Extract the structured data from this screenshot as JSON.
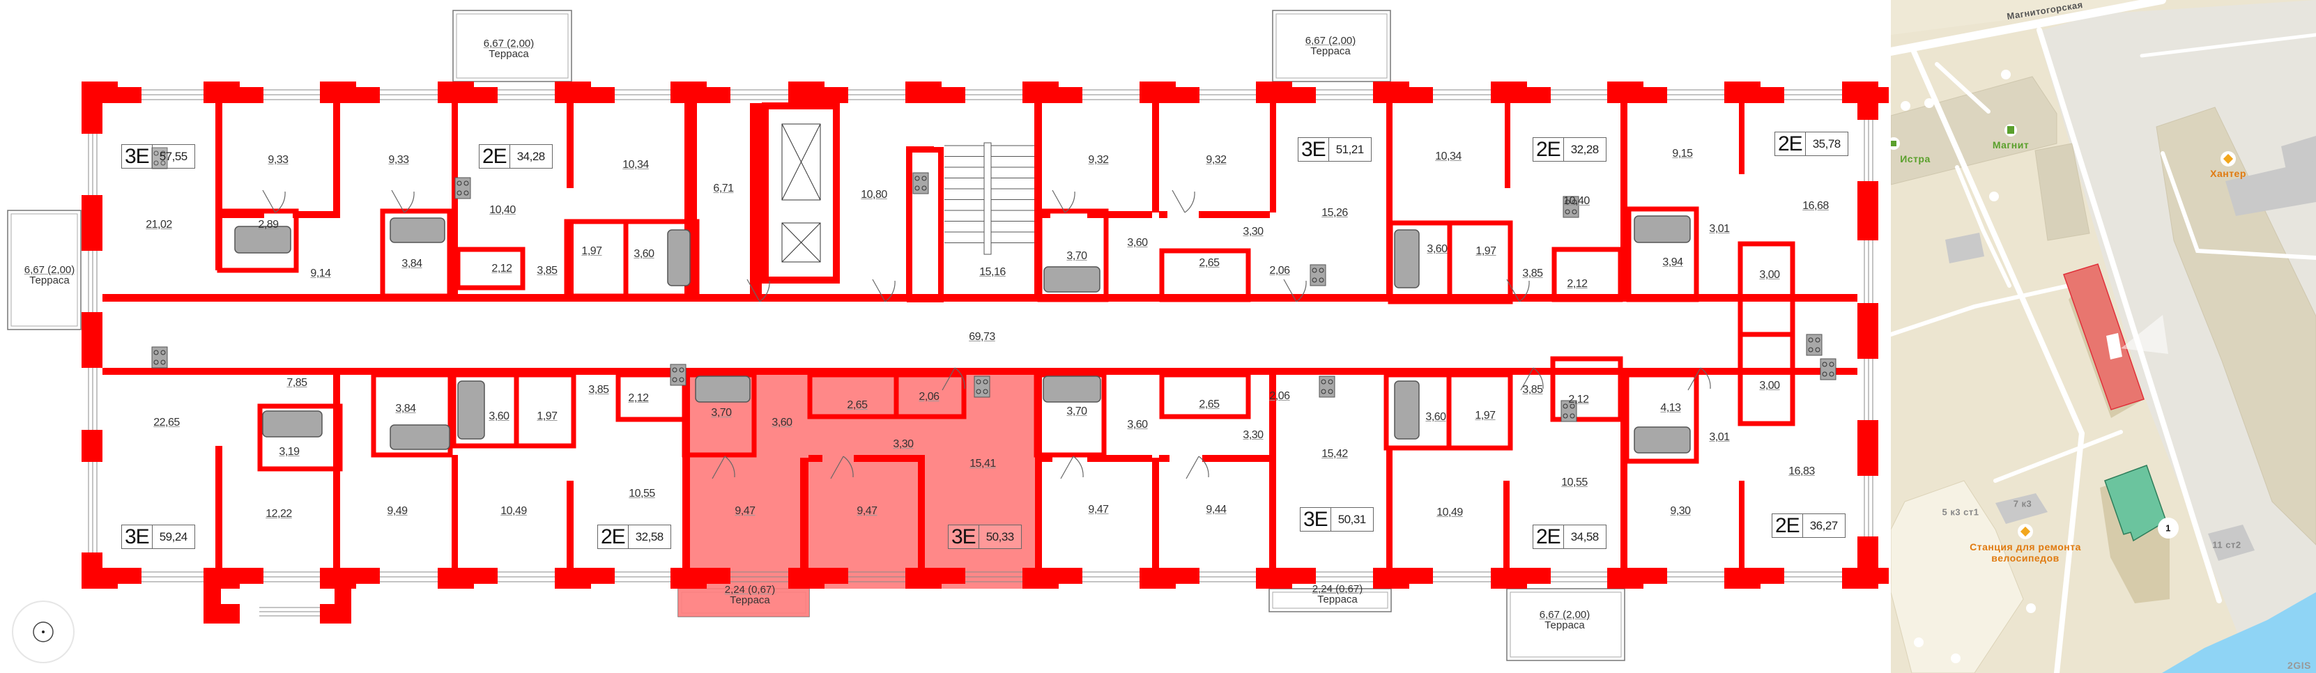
{
  "plan": {
    "colors": {
      "wall": "#ff0000",
      "selected_fill": "#ff7b7b",
      "fixture": "#a8a8a8"
    },
    "selected_apartment": 7,
    "apartments": [
      {
        "type": "3E",
        "area": "57,55"
      },
      {
        "type": "2E",
        "area": "34,28"
      },
      {
        "type": "3E",
        "area": "51,21"
      },
      {
        "type": "2E",
        "area": "32,28"
      },
      {
        "type": "2E",
        "area": "35,78"
      },
      {
        "type": "3E",
        "area": "59,24"
      },
      {
        "type": "2E",
        "area": "32,58"
      },
      {
        "type": "3E",
        "area": "50,33"
      },
      {
        "type": "3E",
        "area": "50,31"
      },
      {
        "type": "2E",
        "area": "34,58"
      },
      {
        "type": "2E",
        "area": "36,27"
      }
    ],
    "corridor_area": "69,73",
    "rooms": [
      "21,02",
      "9,33",
      "9,33",
      "2,89",
      "9,14",
      "3,84",
      "10,40",
      "2,12",
      "3,85",
      "1,97",
      "3,60",
      "10,34",
      "6,71",
      "10,80",
      "15,16",
      "9,32",
      "9,32",
      "3,70",
      "3,60",
      "3,30",
      "2,65",
      "2,06",
      "15,26",
      "10,34",
      "3,60",
      "1,97",
      "3,85",
      "10,40",
      "2,12",
      "9,15",
      "3,94",
      "3,01",
      "16,68",
      "3,00",
      "7,85",
      "22,65",
      "3,19",
      "12,22",
      "3,84",
      "3,60",
      "1,97",
      "3,85",
      "2,12",
      "10,55",
      "9,49",
      "10,49",
      "3,70",
      "3,60",
      "2,65",
      "2,06",
      "3,30",
      "15,41",
      "9,47",
      "9,47",
      "3,70",
      "3,60",
      "2,65",
      "3,30",
      "9,47",
      "9,44",
      "2,06",
      "15,42",
      "3,60",
      "1,97",
      "3,85",
      "2,12",
      "10,55",
      "10,49",
      "4,13",
      "3,01",
      "3,00",
      "9,30",
      "16,83"
    ],
    "terraces": [
      {
        "area": "6,67 (2,00)",
        "label": "Терраса"
      },
      {
        "area": "6,67 (2,00)",
        "label": "Терраса"
      },
      {
        "area": "6,67 (2,00)",
        "label": "Терраса"
      },
      {
        "area": "2,24 (0,67)",
        "label": "Терраса"
      },
      {
        "area": "2,24 (0,67)",
        "label": "Терраса"
      },
      {
        "area": "6,67 (2,00)",
        "label": "Терраса"
      }
    ],
    "compass_icon": "compass-icon"
  },
  "map": {
    "colors": {
      "ground": "#ece5d0",
      "selected_building": "#e8766f",
      "highlight_building": "#6bc49e",
      "water": "#8fd4f5",
      "poi_orange": "#e07a10",
      "poi_green": "#5aa02c"
    },
    "street": "Магнитогорская",
    "pois": [
      {
        "name": "Истра",
        "icon": "shop-icon"
      },
      {
        "name": "Магнит",
        "icon": "supermarket-icon"
      },
      {
        "name": "Хантер",
        "icon": "store-icon"
      },
      {
        "name": "Станция для ремонта",
        "name2": "велосипедов",
        "icon": "bike-repair-icon"
      }
    ],
    "buildings": [
      "5 к3 ст1",
      "7 к3",
      "11 ст2"
    ],
    "building_badge": "1",
    "brand": "2GIS"
  }
}
